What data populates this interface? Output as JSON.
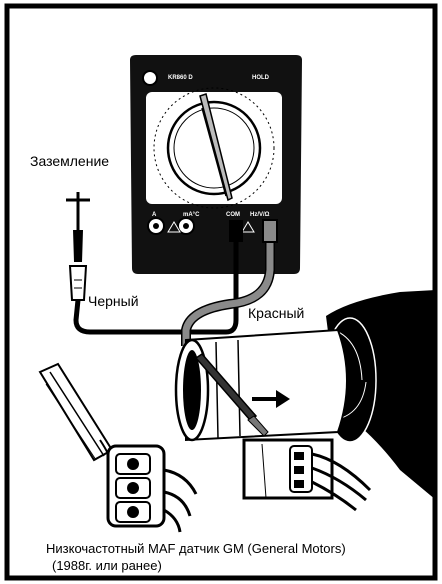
{
  "labels": {
    "ground": "Заземление",
    "black": "Черный",
    "red": "Красный"
  },
  "meter": {
    "brand": "KR860 D",
    "hold": "HOLD",
    "ports": {
      "a": "A",
      "ma": "mA°C",
      "com": "COM",
      "hz": "Hz/V/Ω"
    }
  },
  "caption": {
    "line1": "Низкочастотный MAF датчик GM (General Motors)",
    "line2": "(1988г. или ранее)"
  },
  "colors": {
    "meter_body": "#111111",
    "wire_gray": "#888888",
    "wire_black": "#000000",
    "background": "#ffffff"
  }
}
